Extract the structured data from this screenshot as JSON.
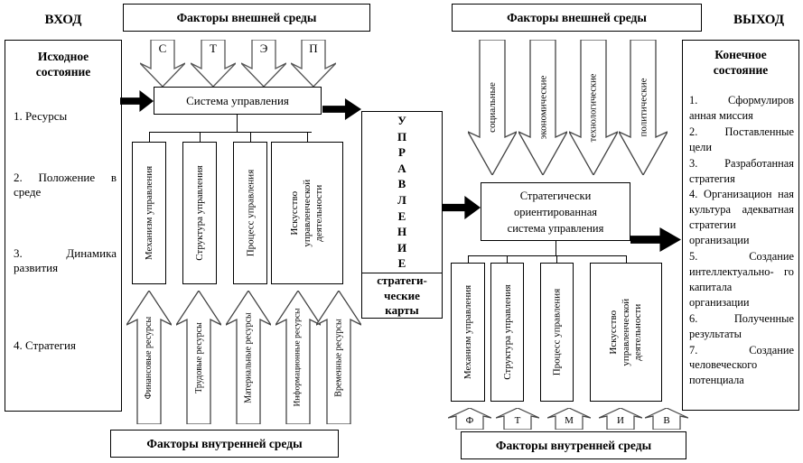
{
  "title_input": "ВХОД",
  "title_output": "ВЫХОД",
  "external_factors": {
    "left": "Факторы внешней среды",
    "right": "Факторы внешней среды"
  },
  "internal_factors": {
    "left": "Факторы внутренней среды",
    "right": "Факторы внутренней среды"
  },
  "management_system_box": "Система управления",
  "management_vertical_word": "У\nП\nР\nА\nВ\nЛ\nЕ\nН\nИ\nЕ",
  "strategic_maps": "стратеги-\nческие\nкарты",
  "strategic_system_box": "Стратегически\nориентированная\nсистема управления",
  "initial_state": {
    "title": "Исходное\nсостояние",
    "items": [
      "1.  Ресурсы",
      "2.  Положение в среде",
      "3.  Динамика развития",
      "4.  Стратегия"
    ]
  },
  "final_state": {
    "title": "Конечное\nсостояние",
    "items": [
      "1.  Сформулиров анная миссия",
      "2.  Поставленные цели",
      "3.  Разработанная стратегия",
      "4.  Организацион ная культура адекватная стратегии организации",
      "5.  Создание интеллектуально- го капитала организации",
      "6.  Полученные результаты",
      "7.  Создание человеческого потенциала"
    ]
  },
  "external_arrow_letters": [
    "С",
    "Т",
    "Э",
    "П"
  ],
  "external_arrow_labels": [
    "социальные",
    "экономические",
    "технологические",
    "политические"
  ],
  "subsystems": [
    "Механизм управления",
    "Структура управления",
    "Процесс управления",
    "Искусство управленческой деятельности"
  ],
  "resource_arrows": [
    "Финансовые ресурсы",
    "Трудовые ресурсы",
    "Материальные ресурсы",
    "Информационные ресурсы",
    "Временные ресурсы"
  ],
  "resource_letters": [
    "Ф",
    "Т",
    "М",
    "И",
    "В"
  ],
  "colors": {
    "line": "#000000",
    "arrow_outline": "#555555",
    "background": "#ffffff"
  }
}
